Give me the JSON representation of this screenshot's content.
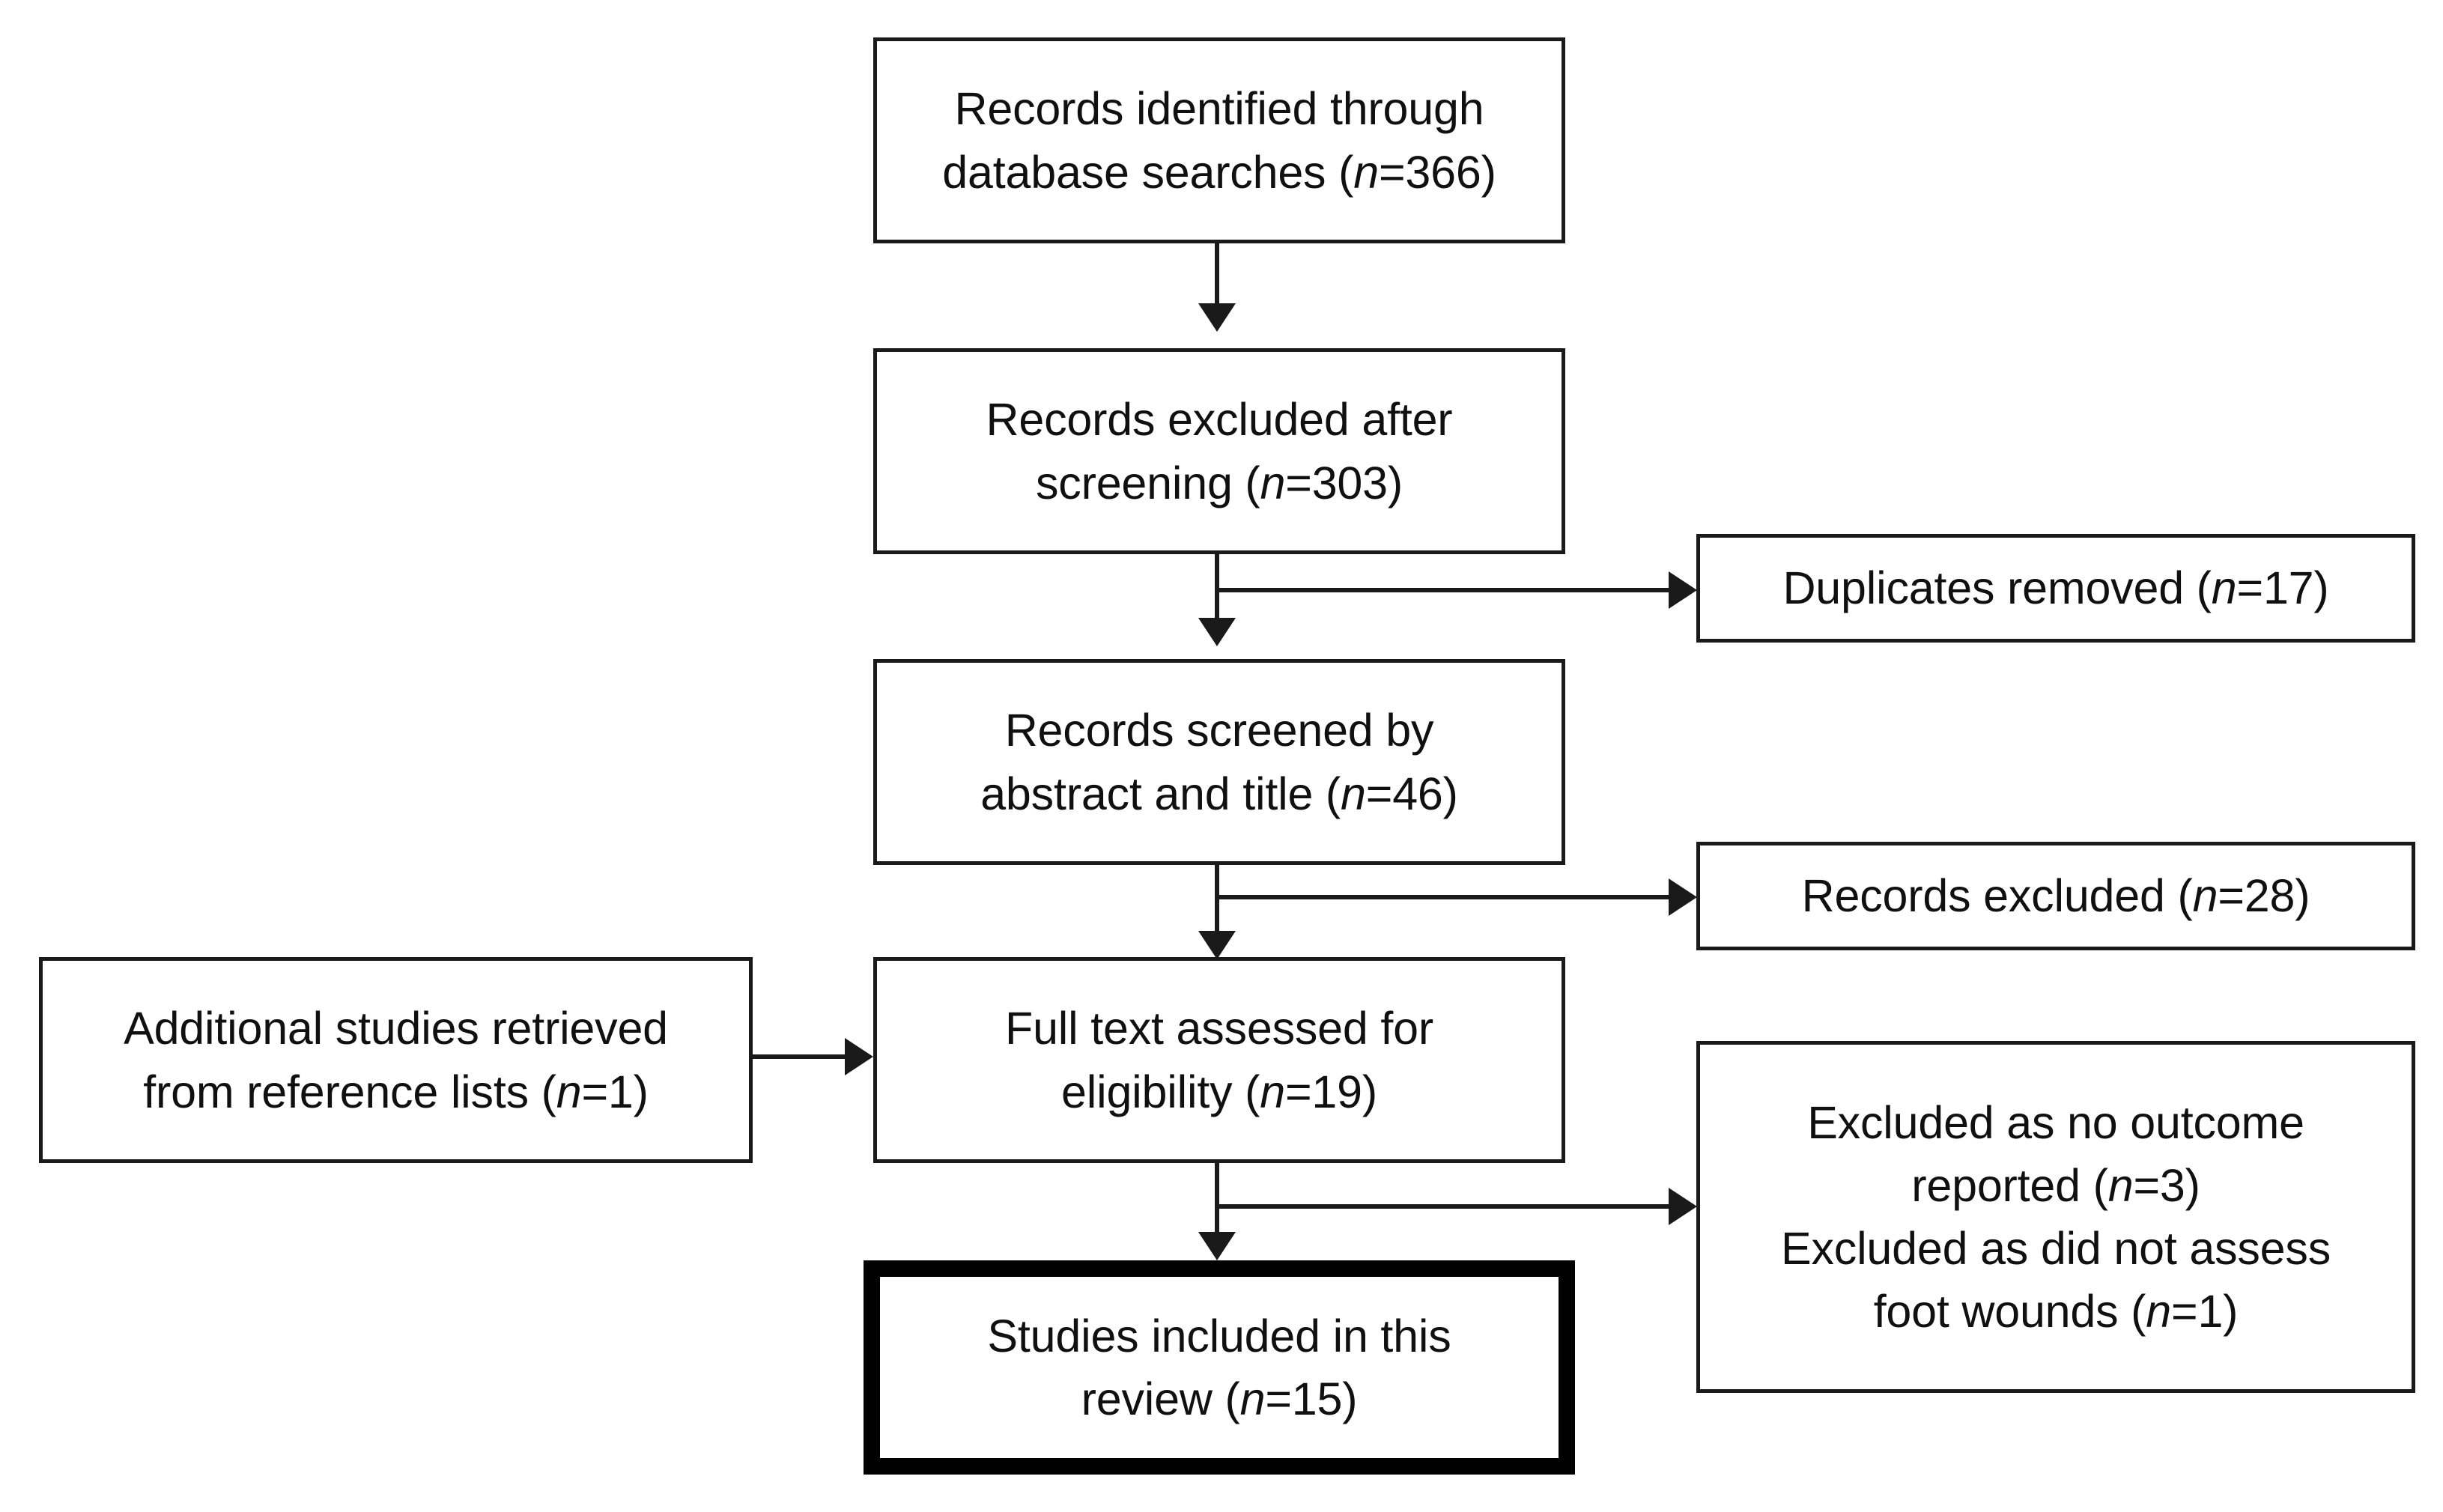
{
  "diagram": {
    "type": "prisma-flow-diagram",
    "title": "",
    "colors": {
      "stroke": "#1a1a1a",
      "emphasis_stroke": "#000000",
      "background": "#ffffff",
      "text": "#101010"
    },
    "nodes": [
      {
        "id": "identified",
        "name": "records-identified-box",
        "text": "Records identified through\ndatabase searches (n=366)",
        "label_plain": "Records identified through database searches (n=366)",
        "count": 366,
        "emphasis": false
      },
      {
        "id": "excluded_screening",
        "name": "records-excluded-after-screening-box",
        "text": "Records excluded after\nscreening (n=303)",
        "label_plain": "Records excluded after screening (n=303)",
        "count": 303,
        "emphasis": false
      },
      {
        "id": "duplicates",
        "name": "duplicates-removed-box",
        "text": "Duplicates removed (n=17)",
        "label_plain": "Duplicates removed (n=17)",
        "count": 17,
        "emphasis": false
      },
      {
        "id": "screened",
        "name": "records-screened-box",
        "text": "Records screened by\nabstract and title (n=46)",
        "label_plain": "Records screened by abstract and title (n=46)",
        "count": 46,
        "emphasis": false
      },
      {
        "id": "excluded_records",
        "name": "records-excluded-box",
        "text": "Records excluded (n=28)",
        "label_plain": "Records excluded (n=28)",
        "count": 28,
        "emphasis": false
      },
      {
        "id": "additional",
        "name": "additional-studies-box",
        "text": "Additional studies retrieved\nfrom reference lists (n=1)",
        "label_plain": "Additional studies retrieved from reference lists (n=1)",
        "count": 1,
        "emphasis": false
      },
      {
        "id": "fulltext",
        "name": "full-text-assessed-box",
        "text": "Full text assessed for\neligibility (n=19)",
        "label_plain": "Full text assessed for eligibility (n=19)",
        "count": 19,
        "emphasis": false
      },
      {
        "id": "excluded_reasons",
        "name": "excluded-with-reasons-box",
        "text": "Excluded as no outcome\nreported  (n=3)\nExcluded as did not assess\nfoot wounds (n=1)",
        "label_plain": "Excluded as no outcome reported (n=3) Excluded as did not assess foot wounds (n=1)",
        "counts": [
          3,
          1
        ],
        "emphasis": false
      },
      {
        "id": "included",
        "name": "studies-included-box",
        "text": "Studies included in this\nreview (n=15)",
        "label_plain": "Studies included in this review (n=15)",
        "count": 15,
        "emphasis": true
      }
    ],
    "edges": [
      {
        "name": "edge-identified-to-excluded-screening",
        "from": "identified",
        "to": "excluded_screening",
        "direction": "down"
      },
      {
        "name": "edge-excluded-screening-to-screened",
        "from": "excluded_screening",
        "to": "screened",
        "direction": "down"
      },
      {
        "name": "edge-branch-to-duplicates",
        "from": "excluded_screening",
        "to": "duplicates",
        "direction": "right"
      },
      {
        "name": "edge-screened-to-fulltext",
        "from": "screened",
        "to": "fulltext",
        "direction": "down"
      },
      {
        "name": "edge-branch-to-records-excluded",
        "from": "screened",
        "to": "excluded_records",
        "direction": "right"
      },
      {
        "name": "edge-additional-to-fulltext",
        "from": "additional",
        "to": "fulltext",
        "direction": "right"
      },
      {
        "name": "edge-fulltext-to-included",
        "from": "fulltext",
        "to": "included",
        "direction": "down"
      },
      {
        "name": "edge-branch-to-excluded-reasons",
        "from": "fulltext",
        "to": "excluded_reasons",
        "direction": "right"
      }
    ]
  }
}
